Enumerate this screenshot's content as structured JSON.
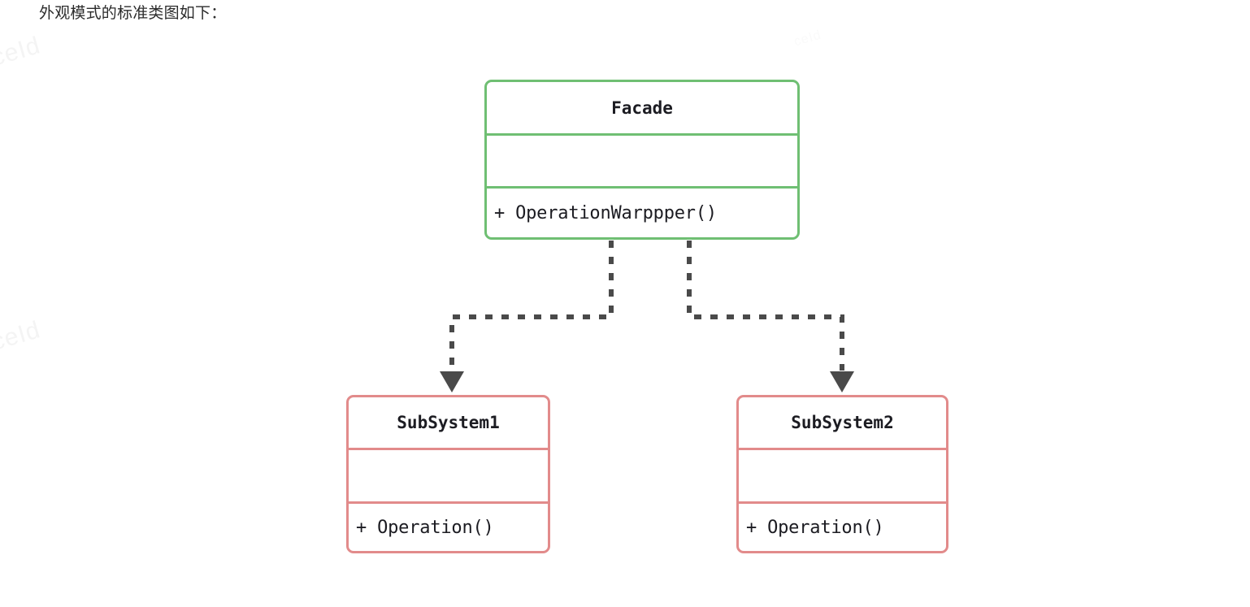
{
  "page": {
    "heading": "外观模式的标准类图如下：",
    "background_color": "#ffffff"
  },
  "watermarks": [
    {
      "text": "ceId"
    },
    {
      "text": "ceId"
    },
    {
      "text": "ceId"
    }
  ],
  "diagram": {
    "type": "uml-class-diagram",
    "pattern_name": "Facade",
    "colors": {
      "facade_border": "#6fbf73",
      "subsystem_border": "#e28b8b",
      "connector": "#4a4a4a",
      "text": "#1c1c22"
    },
    "classes": [
      {
        "id": "facade",
        "name": "Facade",
        "attributes": [],
        "methods": [
          "+ OperationWarppper()"
        ],
        "border_color": "#6fbf73"
      },
      {
        "id": "subsystem1",
        "name": "SubSystem1",
        "attributes": [],
        "methods": [
          "+ Operation()"
        ],
        "border_color": "#e28b8b"
      },
      {
        "id": "subsystem2",
        "name": "SubSystem2",
        "attributes": [],
        "methods": [
          "+ Operation()"
        ],
        "border_color": "#e28b8b"
      }
    ],
    "relations": [
      {
        "id": "facade-to-subsystem1",
        "from": "facade",
        "to": "subsystem1",
        "style": "dashed",
        "arrow": "open-arrow",
        "kind": "dependency"
      },
      {
        "id": "facade-to-subsystem2",
        "from": "facade",
        "to": "subsystem2",
        "style": "dashed",
        "arrow": "open-arrow",
        "kind": "dependency"
      }
    ]
  }
}
